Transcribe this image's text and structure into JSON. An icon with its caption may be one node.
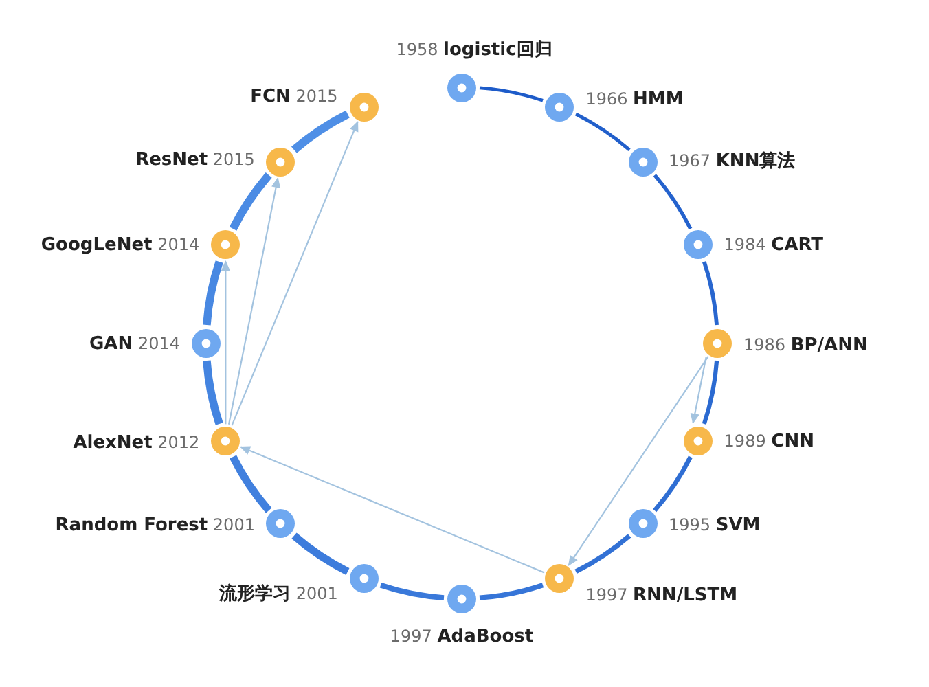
{
  "diagram": {
    "nodes": [
      {
        "text": [
          "1958 **logistic回归**"
        ]
      },
      {
        "text": [
          "1966 **HMM**"
        ]
      },
      {
        "text": [
          "1967 **KNN算法**"
        ]
      },
      {
        "text": [
          "1984 **CART**"
        ]
      },
      {
        "text": [
          "1986 **BP/ANN**"
        ]
      },
      {
        "text": [
          "1989 **CNN**"
        ]
      },
      {
        "text": [
          "1995 **SVM**"
        ]
      },
      {
        "text": [
          "1997 **RNN/LSTM**"
        ]
      },
      {
        "text": [
          "1997 **AdaBoost**"
        ]
      },
      {
        "text": [
          "**流形学习** 2001"
        ]
      },
      {
        "text": [
          "**Random Forest** 2001"
        ]
      },
      {
        "text": [
          "**AlexNet** 2012"
        ]
      },
      {
        "text": [
          "**GAN** 2014"
        ]
      },
      {
        "text": [
          "**GoogLeNet** 2014"
        ]
      },
      {
        "text": [
          "**ResNet** 2015"
        ]
      },
      {
        "text": [
          "**FCN** 2015"
        ]
      }
    ],
    "edges": [
      {
        "from": 0,
        "to": 1,
        "arrow": "none",
        "color": "#1d5bc9"
      },
      {
        "from": 1,
        "to": 2,
        "arrow": "none",
        "color": "#215fcb"
      },
      {
        "from": 2,
        "to": 3,
        "arrow": "none",
        "color": "#2462cd"
      },
      {
        "from": 3,
        "to": 4,
        "arrow": "none",
        "color": "#2866cf"
      },
      {
        "from": 4,
        "to": 5,
        "arrow": "none",
        "color": "#2b6ad1"
      },
      {
        "from": 5,
        "to": 6,
        "arrow": "none",
        "color": "#2f6ed3"
      },
      {
        "from": 6,
        "to": 7,
        "arrow": "none",
        "color": "#3271d5"
      },
      {
        "from": 7,
        "to": 8,
        "arrow": "none",
        "color": "#3675d8"
      },
      {
        "from": 8,
        "to": 9,
        "arrow": "none",
        "color": "#3a79da"
      },
      {
        "from": 9,
        "to": 10,
        "arrow": "none",
        "color": "#3d7cdc",
        "style": "thick"
      },
      {
        "from": 10,
        "to": 11,
        "arrow": "none",
        "color": "#4180de",
        "style": "thick"
      },
      {
        "from": 11,
        "to": 12,
        "arrow": "none",
        "color": "#4484e0",
        "style": "thick"
      },
      {
        "from": 12,
        "to": 13,
        "arrow": "none",
        "color": "#4888e2",
        "style": "thick"
      },
      {
        "from": 13,
        "to": 14,
        "arrow": "none",
        "color": "#4b8be4",
        "style": "thick"
      },
      {
        "from": 14,
        "to": 15,
        "arrow": "none",
        "color": "#4f8fe6",
        "style": "thick"
      },
      {
        "from": 4,
        "to": 5,
        "arrow": "to",
        "color": "#a3c3df"
      },
      {
        "from": 4,
        "to": 7,
        "arrow": "to",
        "color": "#a3c3df"
      },
      {
        "from": 7,
        "to": 11,
        "arrow": "to",
        "color": "#a3c3df"
      },
      {
        "from": 11,
        "to": 13,
        "arrow": "to",
        "color": "#a3c3df"
      },
      {
        "from": 11,
        "to": 14,
        "arrow": "to",
        "color": "#a3c3df"
      },
      {
        "from": 11,
        "to": 15,
        "arrow": "to",
        "color": "#a3c3df"
      }
    ]
  }
}
